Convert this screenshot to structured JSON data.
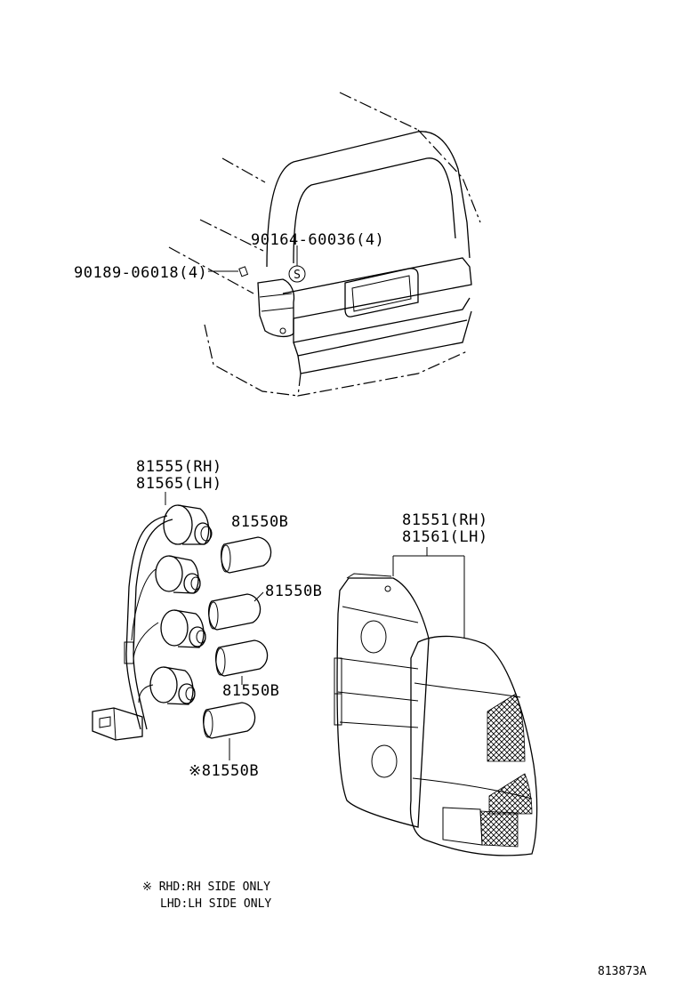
{
  "labels": {
    "bolt_upper": "90164-60036(4)",
    "screw_upper": "90189-06018(4)",
    "socket_rh": "81555(RH)",
    "socket_lh": "81565(LH)",
    "bulb_1": "81550B",
    "bulb_2": "81550B",
    "bulb_3": "81550B",
    "bulb_4": "※81550B",
    "lamp_rh": "81551(RH)",
    "lamp_lh": "81561(LH)",
    "bolt_marker": "S",
    "note_line1": "※ RHD:RH SIDE ONLY",
    "note_line2": "LHD:LH SIDE ONLY",
    "figure_code": "813873A"
  }
}
